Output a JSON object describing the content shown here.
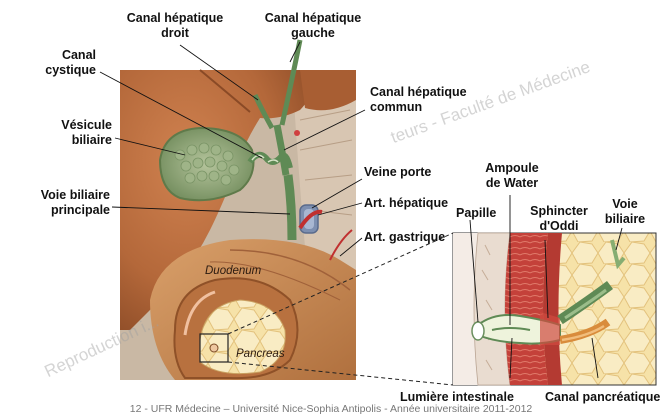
{
  "labels": {
    "canal_hepatique_droit": [
      "Canal hépatique",
      "droit"
    ],
    "canal_hepatique_gauche": [
      "Canal hépatique",
      "gauche"
    ],
    "canal_cystique": [
      "Canal",
      "cystique"
    ],
    "vesicule_biliaire": [
      "Vésicule",
      "biliaire"
    ],
    "canal_hepatique_commun": [
      "Canal hépatique",
      "commun"
    ],
    "voie_biliaire_principale": [
      "Voie biliaire",
      "principale"
    ],
    "veine_porte": "Veine porte",
    "art_hepatique": "Art. hépatique",
    "art_gastrique": "Art. gastrique",
    "ampoule_de_water": [
      "Ampoule",
      "de Water"
    ],
    "papille": "Papille",
    "sphincter_oddi": [
      "Sphincter",
      "d'Oddi"
    ],
    "voie_biliaire_inset": [
      "Voie",
      "biliaire"
    ],
    "lumiere_intestinale": "Lumière intestinale",
    "canal_pancreatique": "Canal pancréatique"
  },
  "organs": {
    "duodenum": "Duodenum",
    "pancreas": "Pancreas"
  },
  "watermarks": {
    "top": "teurs - Faculté de Médecine",
    "bottom": "Reproduction i..."
  },
  "footer": "12 - UFR Médecine – Université Nice-Sophia Antipolis - Année universitaire 2011-2012",
  "colors": {
    "liver": "#b4683a",
    "gallbladder": "#8aa07a",
    "bile_duct": "#5f8a55",
    "vein": "#7d8fb0",
    "artery": "#c03030",
    "duodenum": "#c98a52",
    "pancreas": "#e6c58a",
    "label_text": "#111111"
  }
}
